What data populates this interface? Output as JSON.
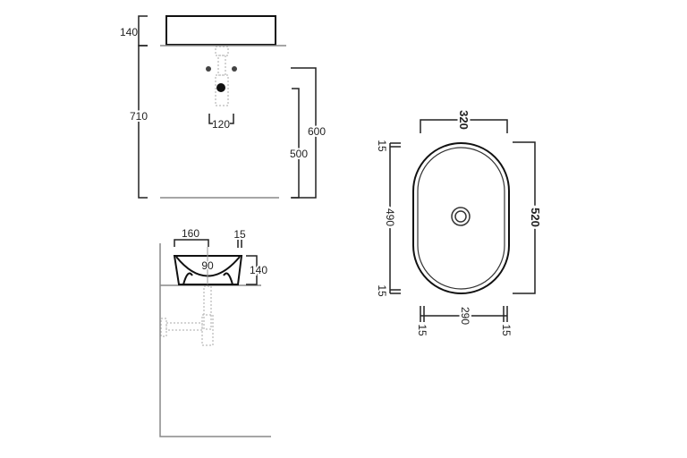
{
  "front_view": {
    "basin_height": "140",
    "total_height": "710",
    "tap_spacing": "120",
    "outlet_height_1": "600",
    "outlet_height_2": "500"
  },
  "side_view": {
    "depth_to_drain": "160",
    "rim_thickness": "15",
    "bowl_depth": "90",
    "basin_height": "140"
  },
  "plan_view": {
    "outer_width": "320",
    "outer_length": "520",
    "inner_length": "490",
    "inner_width": "290",
    "rim_top": "15",
    "rim_bottom": "15",
    "rim_left": "15",
    "rim_right": "15"
  }
}
